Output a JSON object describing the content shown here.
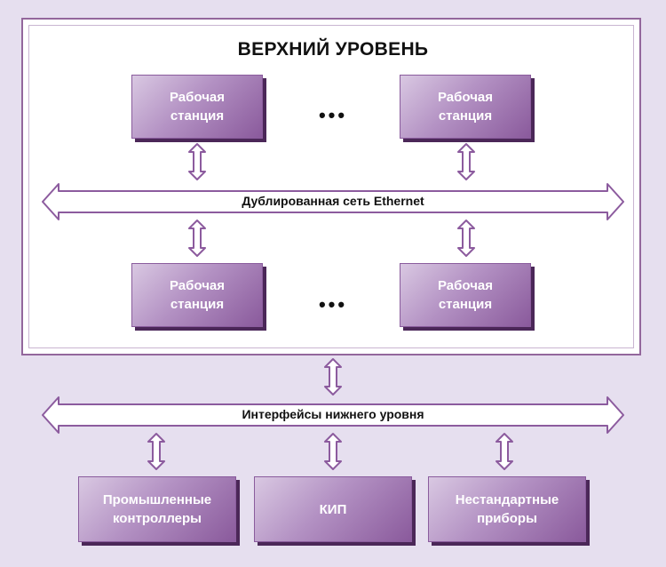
{
  "upper_level": {
    "title": "ВЕРХНИЙ УРОВЕНЬ",
    "workstation_label": "Рабочая\nстанция",
    "ellipsis": "•••"
  },
  "ethernet_bus": {
    "label": "Дублированная сеть Ethernet"
  },
  "lower_bus": {
    "label": "Интерфейсы нижнего уровня"
  },
  "devices": {
    "controllers": "Промышленные\nконтроллеры",
    "kip": "КИП",
    "nonstandard": "Нестандартные\nприборы"
  },
  "colors": {
    "background": "#e6dfef",
    "frame": "#93679c",
    "box_shadow": "#4b2758",
    "connector_stroke": "#8c5b9e"
  }
}
